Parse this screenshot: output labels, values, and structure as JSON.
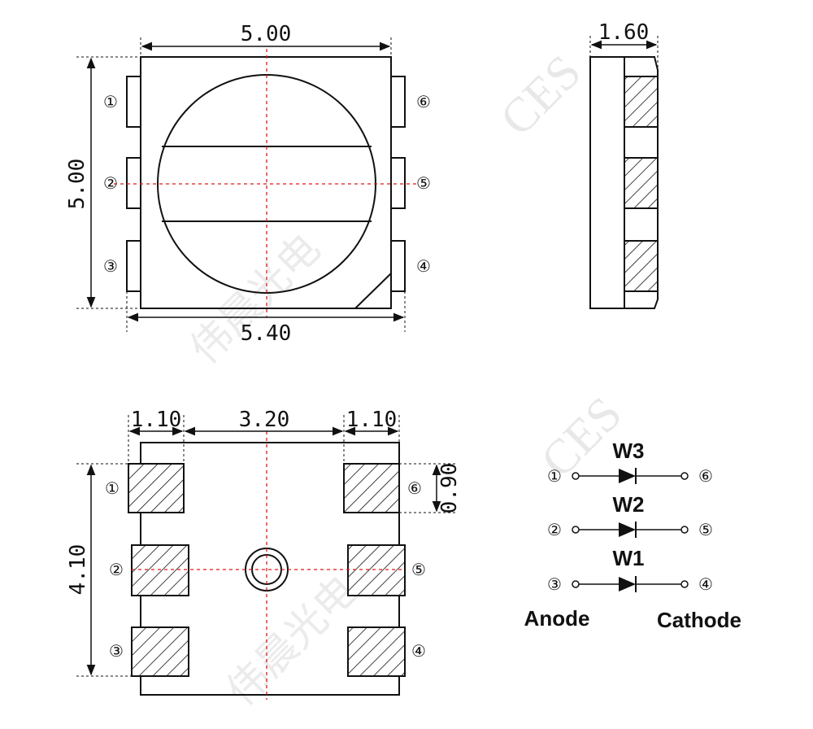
{
  "watermark": {
    "brand": "CES",
    "company": "伟晨光电"
  },
  "top_view": {
    "width_dim": "5.00",
    "height_dim": "5.00",
    "overall_width_dim": "5.40",
    "pins": {
      "p1": "①",
      "p2": "②",
      "p3": "③",
      "p4": "④",
      "p5": "⑤",
      "p6": "⑥"
    }
  },
  "side_view": {
    "thickness_dim": "1.60"
  },
  "bottom_view": {
    "pad_width_left_dim": "1.10",
    "pad_gap_dim": "3.20",
    "pad_width_right_dim": "1.10",
    "pad_height_dim": "0.90",
    "pad_span_dim": "4.10",
    "pins": {
      "p1": "①",
      "p2": "②",
      "p3": "③",
      "p4": "④",
      "p5": "⑤",
      "p6": "⑥"
    }
  },
  "schematic": {
    "rows": [
      {
        "name": "W3",
        "in_pin": "①",
        "out_pin": "⑥"
      },
      {
        "name": "W2",
        "in_pin": "②",
        "out_pin": "⑤"
      },
      {
        "name": "W1",
        "in_pin": "③",
        "out_pin": "④"
      }
    ],
    "anode_label": "Anode",
    "cathode_label": "Cathode"
  },
  "colors": {
    "line": "#111111",
    "centerline": "#e01818",
    "background": "#ffffff"
  }
}
